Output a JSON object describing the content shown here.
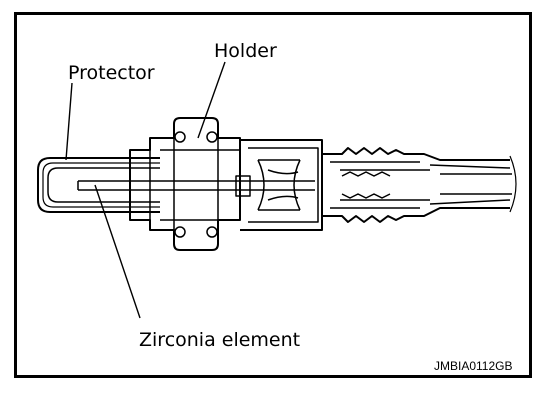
{
  "labels": {
    "holder": "Holder",
    "protector": "Protector",
    "zirconia_element": "Zirconia element"
  },
  "figure_code": "JMBIA0112GB",
  "colors": {
    "line": "#000000",
    "background": "#ffffff"
  }
}
